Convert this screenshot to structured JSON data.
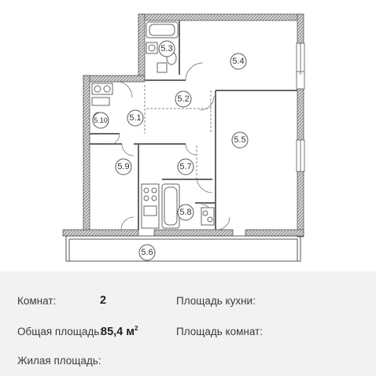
{
  "rooms": [
    {
      "id": "5.1",
      "label": "5.1"
    },
    {
      "id": "5.2",
      "label": "5.2"
    },
    {
      "id": "5.3",
      "label": "5.3"
    },
    {
      "id": "5.4",
      "label": "5.4"
    },
    {
      "id": "5.5",
      "label": "5.5"
    },
    {
      "id": "5.6",
      "label": "5.6"
    },
    {
      "id": "5.7",
      "label": "5.7"
    },
    {
      "id": "5.8",
      "label": "5.8"
    },
    {
      "id": "5.9",
      "label": "5.9"
    },
    {
      "id": "5.10",
      "label": "5.10"
    }
  ],
  "info": {
    "rooms_label": "Комнат:",
    "rooms_value": "2",
    "total_area_label": "Общая площадь:",
    "total_area_value": "85,4 м",
    "total_area_sup": "2",
    "living_area_label": "Жилая площадь:",
    "kitchen_area_label": "Площадь кухни:",
    "room_area_label": "Площадь комнат:"
  },
  "colors": {
    "wall": "#8a8a8a",
    "wall_dark": "#555555",
    "info_bg": "#f2f2f2",
    "text": "#3a3a3a"
  }
}
